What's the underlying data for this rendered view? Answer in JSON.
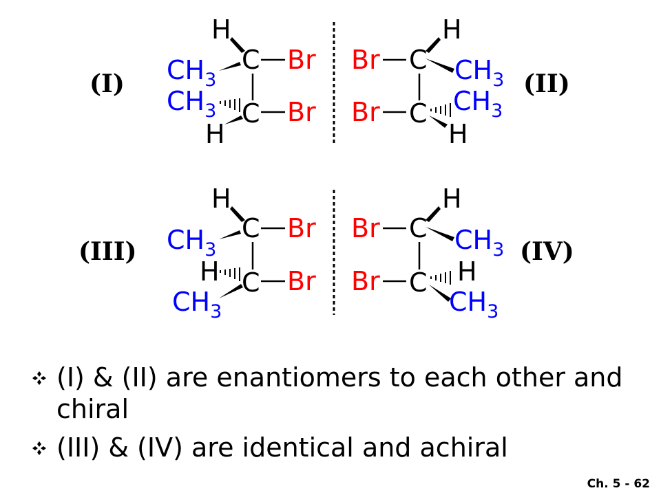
{
  "molecules": [
    {
      "roman": "(I)",
      "top_H": "H",
      "top_R": "CH3",
      "bot_R": "CH3",
      "bot_H": "H",
      "C": "C",
      "Br": "Br"
    },
    {
      "roman": "(II)",
      "top_H": "H",
      "top_R": "CH3",
      "bot_R": "CH3",
      "bot_H": "H",
      "C": "C",
      "Br": "Br"
    },
    {
      "roman": "(III)",
      "top_H": "H",
      "top_R": "CH3",
      "bot_R": "H",
      "bot_H": "CH3",
      "C": "C",
      "Br": "Br"
    },
    {
      "roman": "(IV)",
      "top_H": "H",
      "top_R": "CH3",
      "bot_R": "H",
      "bot_H": "CH3",
      "C": "C",
      "Br": "Br"
    }
  ],
  "bullets": [
    {
      "text": "(I) & (II) are enantiomers to each other and chiral"
    },
    {
      "text": "(III) & (IV) are identical and achiral"
    }
  ],
  "footer": "Ch. 5 - 62",
  "colors": {
    "bromine": "#ff0000",
    "methyl": "#0000ff",
    "text": "#000000"
  },
  "bullet_icon": "four-diamond-icon"
}
